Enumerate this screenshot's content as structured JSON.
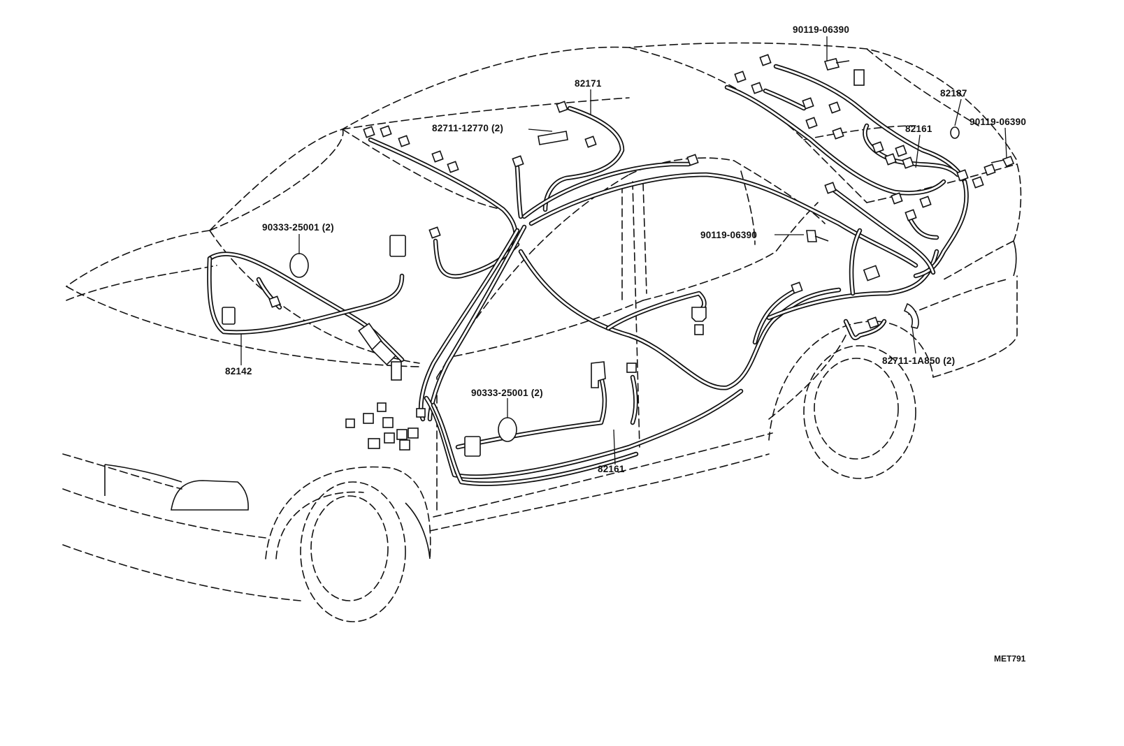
{
  "labels": {
    "bolt_top": "90119-06390",
    "harness_82171": "82171",
    "clamp_12770": "82711-12770 (2)",
    "harness_82187": "82187",
    "bolt_right": "90119-06390",
    "harness_82161_rear": "82161",
    "grommet_left": "90333-25001 (2)",
    "bolt_mid": "90119-06390",
    "harness_82142": "82142",
    "clamp_1a850": "82711-1A850 (2)",
    "grommet_center": "90333-25001 (2)",
    "harness_82161_floor": "82161"
  },
  "figure_code": "MET791",
  "colors": {
    "line": "#111111",
    "background": "#ffffff"
  }
}
